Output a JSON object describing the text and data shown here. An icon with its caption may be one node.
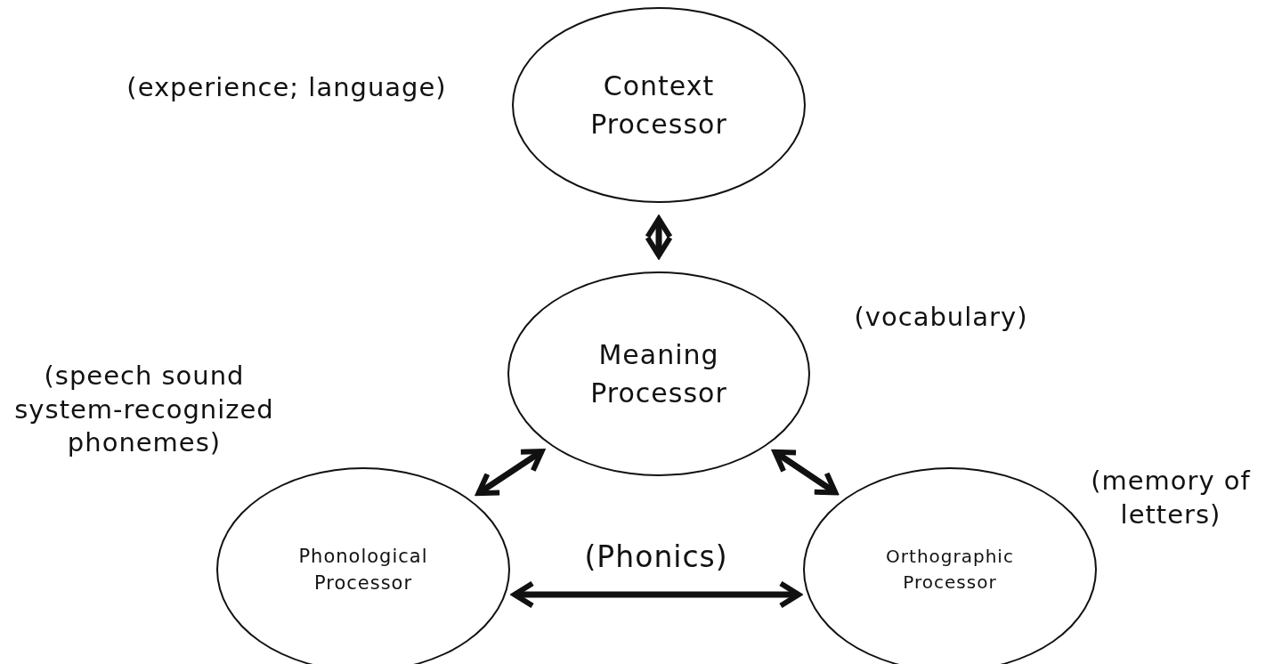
{
  "diagram": {
    "nodes": [
      {
        "text": [
          "Context Processor"
        ],
        "beside": [
          "(experience; language)"
        ]
      },
      {
        "text": [
          "Meaning Processor"
        ],
        "beside": [
          "(vocabulary)"
        ]
      },
      {
        "text": [
          "Phonological Processor"
        ],
        "beside": [
          "(speech sound system-recognized phonemes)"
        ]
      },
      {
        "text": [
          "Orthographic Processor"
        ],
        "beside": [
          "(memory of letters)"
        ]
      }
    ],
    "edges": [
      {
        "from": 0,
        "to": 1,
        "arrow": "both"
      },
      {
        "from": 1,
        "to": 2,
        "arrow": "both"
      },
      {
        "from": 1,
        "to": 3,
        "arrow": "both"
      },
      {
        "from": 2,
        "to": 3,
        "arrow": "both",
        "label": "(Phonics)"
      }
    ]
  }
}
